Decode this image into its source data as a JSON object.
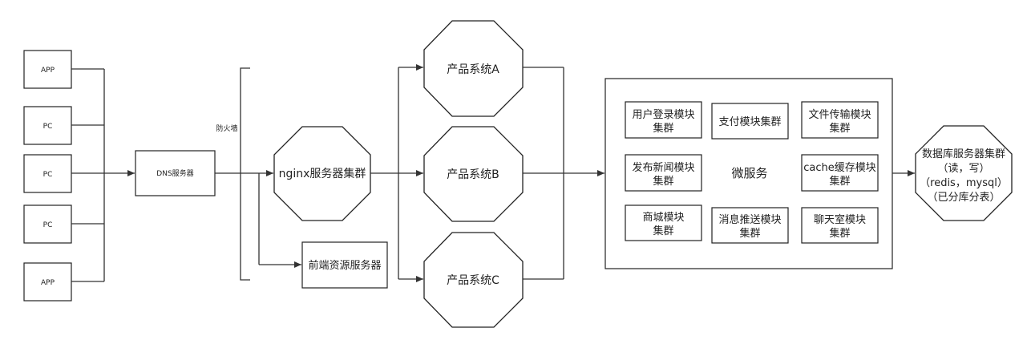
{
  "clients": {
    "app_top": "APP",
    "pc_1": "PC",
    "pc_2": "PC",
    "pc_3": "PC",
    "app_bottom": "APP"
  },
  "firewall_label": "防火墙",
  "dns": "DNS服务器",
  "nginx": "nginx服务器集群",
  "frontend": "前端资源服务器",
  "products": {
    "a": "产品系统A",
    "b": "产品系统B",
    "c": "产品系统C"
  },
  "microservices": {
    "title": "微服务",
    "user_login": [
      "用户登录模块",
      "集群"
    ],
    "payment": "支付模块集群",
    "file_transfer": [
      "文件传输模块",
      "集群"
    ],
    "news": [
      "发布新闻模块",
      "集群"
    ],
    "cache": [
      "cache缓存模块",
      "集群"
    ],
    "mall": [
      "商城模块",
      "集群"
    ],
    "push": [
      "消息推送模块",
      "集群"
    ],
    "chat": [
      "聊天室模块",
      "集群"
    ]
  },
  "database": [
    "数据库服务器集群",
    "（读，写）",
    "（redis，mysql）",
    "（已分库分表）"
  ]
}
